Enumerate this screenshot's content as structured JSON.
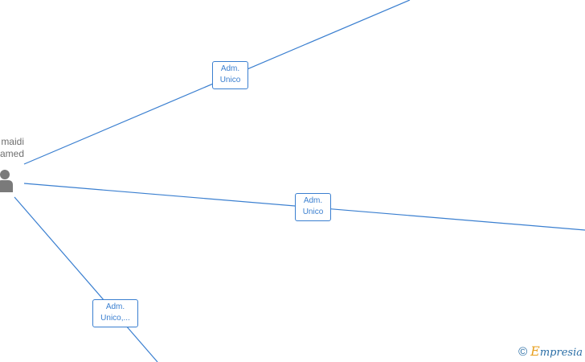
{
  "person": {
    "name_line1": "maidi",
    "name_line2": "amed"
  },
  "relations": [
    {
      "line1": "Adm.",
      "line2": "Unico"
    },
    {
      "line1": "Adm.",
      "line2": "Unico"
    },
    {
      "line1": "Adm.",
      "line2": "Unico,..."
    }
  ],
  "footer": {
    "copyright_symbol": "©",
    "brand_initial": "E",
    "brand_rest": "mpresia"
  },
  "colors": {
    "edge": "#3a7fd0",
    "brand_orange": "#e8a020",
    "brand_blue": "#2a6ea6"
  }
}
